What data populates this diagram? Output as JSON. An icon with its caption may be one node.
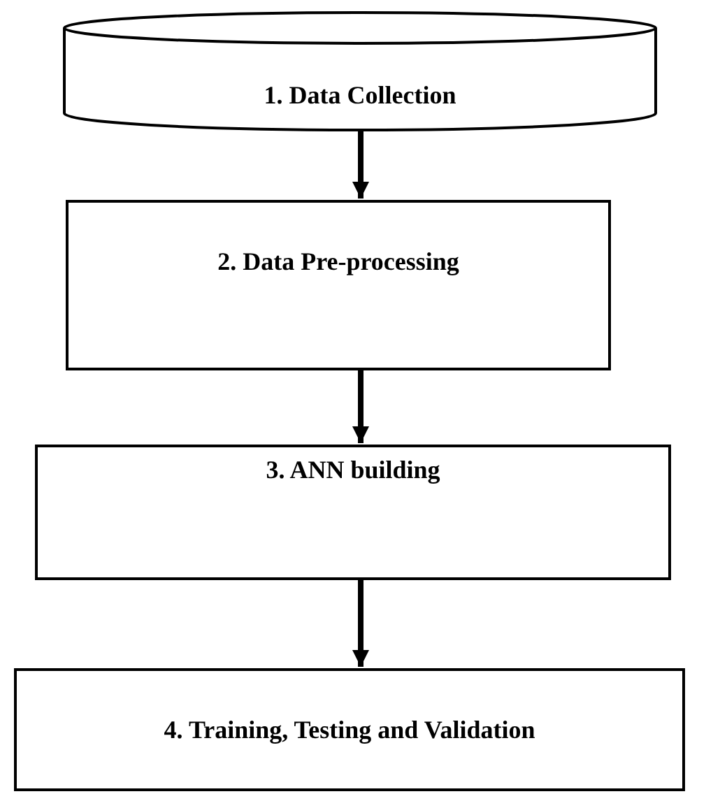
{
  "diagram": {
    "nodes": [
      {
        "text": [
          "1.   Data Collection"
        ]
      },
      {
        "text": [
          "2. Data Pre-processing"
        ]
      },
      {
        "text": [
          "3. ANN building"
        ]
      },
      {
        "text": [
          "4. Training, Testing and Validation"
        ]
      }
    ],
    "edges": [
      {
        "from": 0,
        "to": 1,
        "arrow": "to"
      },
      {
        "from": 1,
        "to": 2,
        "arrow": "to"
      },
      {
        "from": 2,
        "to": 3,
        "arrow": "to"
      }
    ]
  }
}
